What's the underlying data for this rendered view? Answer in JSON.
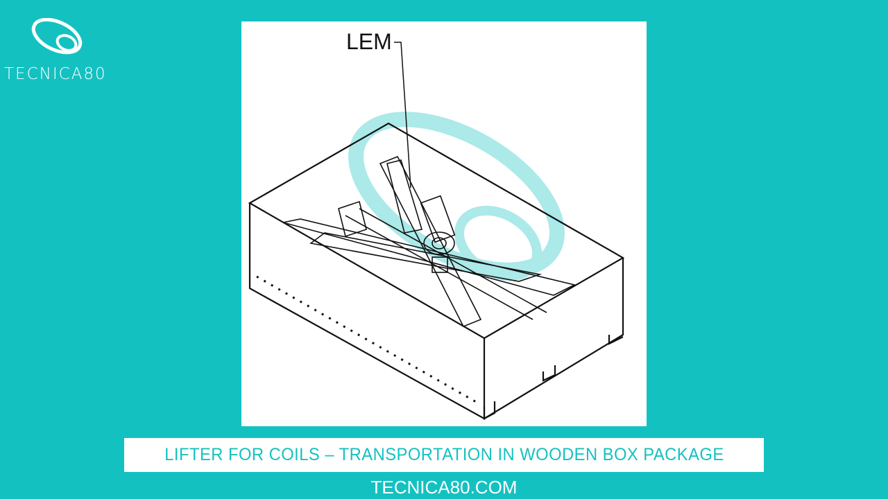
{
  "brand": {
    "name": "TECNICA80"
  },
  "figure": {
    "label": "LEM"
  },
  "caption": "LIFTER FOR COILS – TRANSPORTATION IN WOODEN BOX PACKAGE",
  "website": "TECNICA80.COM",
  "colors": {
    "background": "#14c1c1",
    "panel": "#ffffff",
    "accent": "#14c1c1"
  }
}
